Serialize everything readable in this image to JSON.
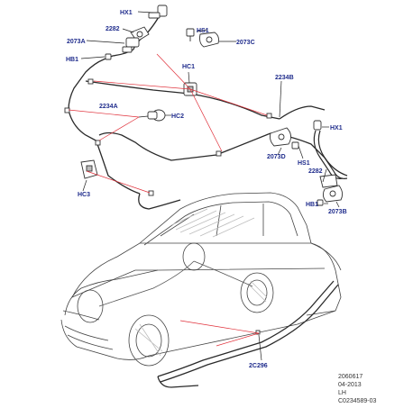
{
  "colors": {
    "callout_text": "#1f2c8c",
    "leader_red": "#e0303a",
    "leader_black": "#222222",
    "line_art": "#333333",
    "pipe": "#2a2a2a",
    "vehicle_stroke": "#444444",
    "shading": "#bdbdbd"
  },
  "callouts": {
    "hx1_top": "HX1",
    "p2282_top": "2282",
    "p2073a": "2073A",
    "hb1_left": "HB1",
    "hs1_top": "HS1",
    "p2073c": "2073C",
    "hc1": "HC1",
    "p2234b": "2234B",
    "p2234a": "2234A",
    "hc2": "HC2",
    "hx1_right": "HX1",
    "p2073d": "2073D",
    "hs1_right": "HS1",
    "p2282_right": "2282",
    "hc3": "HC3",
    "hb1_right": "HB1",
    "p2073b": "2073B",
    "p2c296": "2C296"
  },
  "reference": {
    "number": "2060617",
    "date": "04-2013",
    "side": "LH",
    "code": "C0234589-03"
  },
  "icons": {
    "sensor_connector": "sensor-connector-icon",
    "clip": "clip-icon",
    "grommet": "grommet-icon",
    "bracket": "bracket-icon",
    "vehicle": "vehicle-icon"
  }
}
